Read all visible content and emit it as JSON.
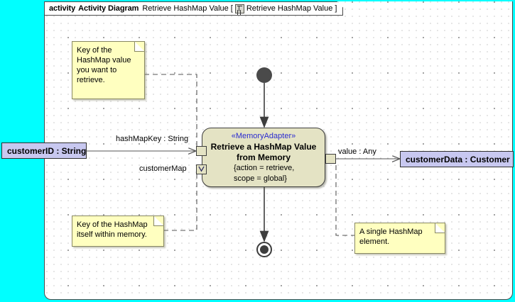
{
  "background_color": "#00ffff",
  "frame": {
    "keyword": "activity",
    "type_label": "Activity Diagram",
    "name": "Retrieve HashMap Value",
    "bracket_open": "[",
    "bracket_close": "]",
    "qualified_name": "Retrieve HashMap Value",
    "icon": "activity-diagram-icon",
    "canvas_color": "#ffffff"
  },
  "action": {
    "stereotype": "«MemoryAdapter»",
    "name_line1": "Retrieve a HashMap Value",
    "name_line2": "from Memory",
    "properties_line1": "{action = retrieve,",
    "properties_line2": "scope = global}",
    "fill_color": "#e4e3c4",
    "stereotype_color": "#2a2ad0"
  },
  "pins": {
    "input_top": {
      "label": "hashMapKey : String",
      "kind": "input-pin"
    },
    "input_bottom": {
      "label": "customerMap",
      "kind": "value-pin"
    },
    "output": {
      "label": "value : Any",
      "kind": "output-pin"
    }
  },
  "parameters": [
    {
      "label": "customerID : String",
      "side": "left",
      "fill_color": "#c8c8f0"
    },
    {
      "label": "customerData : Customer",
      "side": "right",
      "fill_color": "#c8c8f0"
    }
  ],
  "notes": [
    {
      "id": "note-hashmap-key-value",
      "line1": "Key of the",
      "line2": "HashMap value",
      "line3": "you want to",
      "line4": "retrieve.",
      "fill_color": "#ffffc0"
    },
    {
      "id": "note-hashmap-itself",
      "line1": "Key of the HashMap",
      "line2": "itself within memory.",
      "fill_color": "#ffffc0"
    },
    {
      "id": "note-single-element",
      "line1": "A single HashMap",
      "line2": "element.",
      "fill_color": "#ffffc0"
    }
  ],
  "control_nodes": {
    "initial": "initial-node",
    "final": "activity-final-node"
  }
}
